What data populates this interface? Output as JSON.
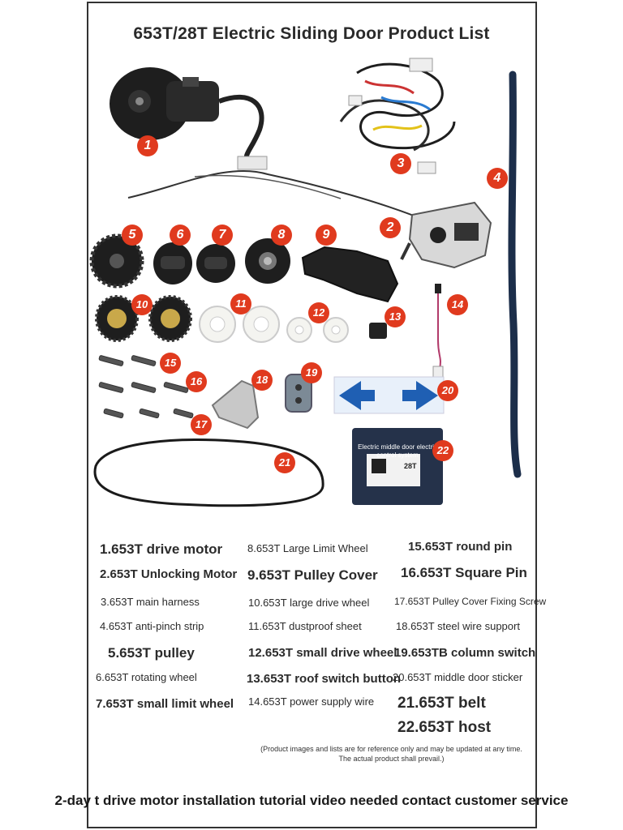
{
  "title": "653T/28T Electric Sliding Door Product List",
  "badges": [
    "1",
    "2",
    "3",
    "4",
    "5",
    "6",
    "7",
    "8",
    "9",
    "10",
    "11",
    "12",
    "13",
    "14",
    "15",
    "16",
    "17",
    "18",
    "19",
    "20",
    "21",
    "22"
  ],
  "control_box": {
    "label": "Electric middle door electric control system",
    "model": "28T"
  },
  "product_list": [
    "1.653T drive motor",
    "2.653T Unlocking Motor",
    "3.653T main harness",
    "4.653T anti-pinch strip",
    "5.653T pulley",
    "6.653T rotating wheel",
    "7.653T small limit wheel",
    "8.653T Large Limit Wheel",
    "9.653T Pulley Cover",
    "10.653T large drive wheel",
    "11.653T dustproof sheet",
    "12.653T small drive wheel",
    "13.653T roof switch button",
    "14.653T power supply wire",
    "15.653T round pin",
    "16.653T Square Pin",
    "17.653T Pulley Cover Fixing Screw",
    "18.653T steel wire support",
    "19.653TB column switch",
    "20.653T middle door sticker",
    "21.653T belt",
    "22.653T host"
  ],
  "disclaimer": "(Product images and lists are for reference only and may be updated at any time. The actual product shall prevail.)",
  "footer": "2-day t drive motor installation tutorial video needed contact customer service",
  "colors": {
    "badge": "#e03a1e",
    "arrow": "#1f5fb3",
    "part": "#1e1e1e"
  }
}
